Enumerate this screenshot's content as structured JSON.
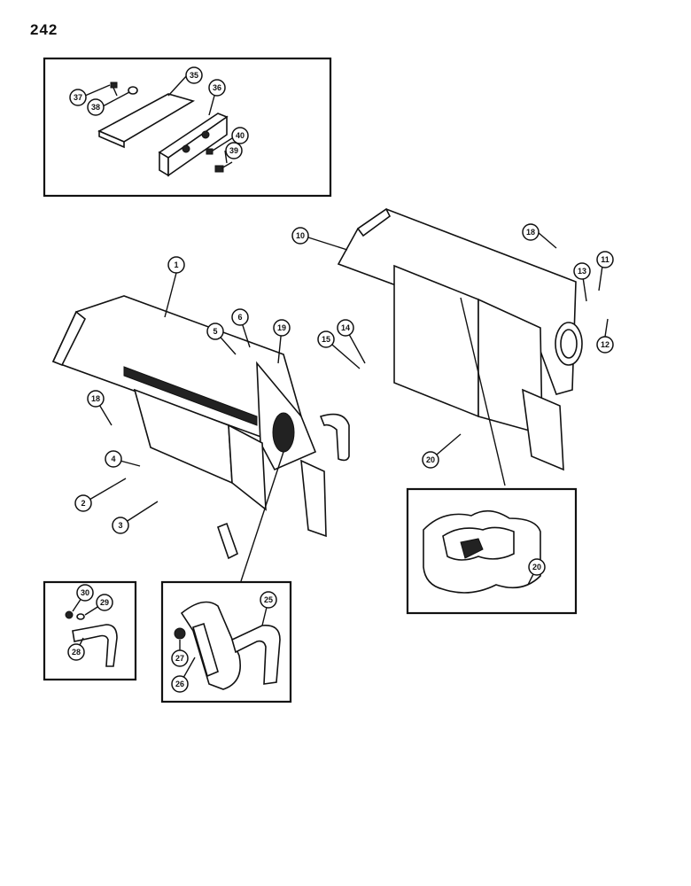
{
  "page": {
    "number": "242"
  },
  "callouts": {
    "c1": "1",
    "c2": "2",
    "c3": "3",
    "c4": "4",
    "c5": "5",
    "c6": "6",
    "c10": "10",
    "c11": "11",
    "c12": "12",
    "c13": "13",
    "c14": "14",
    "c15": "15",
    "c18a": "18",
    "c18b": "18",
    "c19": "19",
    "c20a": "20",
    "c20b": "20",
    "c25": "25",
    "c26": "26",
    "c27": "27",
    "c28": "28",
    "c29": "29",
    "c30": "30",
    "c35": "35",
    "c36": "36",
    "c37": "37",
    "c38": "38",
    "c39": "39",
    "c40": "40"
  }
}
